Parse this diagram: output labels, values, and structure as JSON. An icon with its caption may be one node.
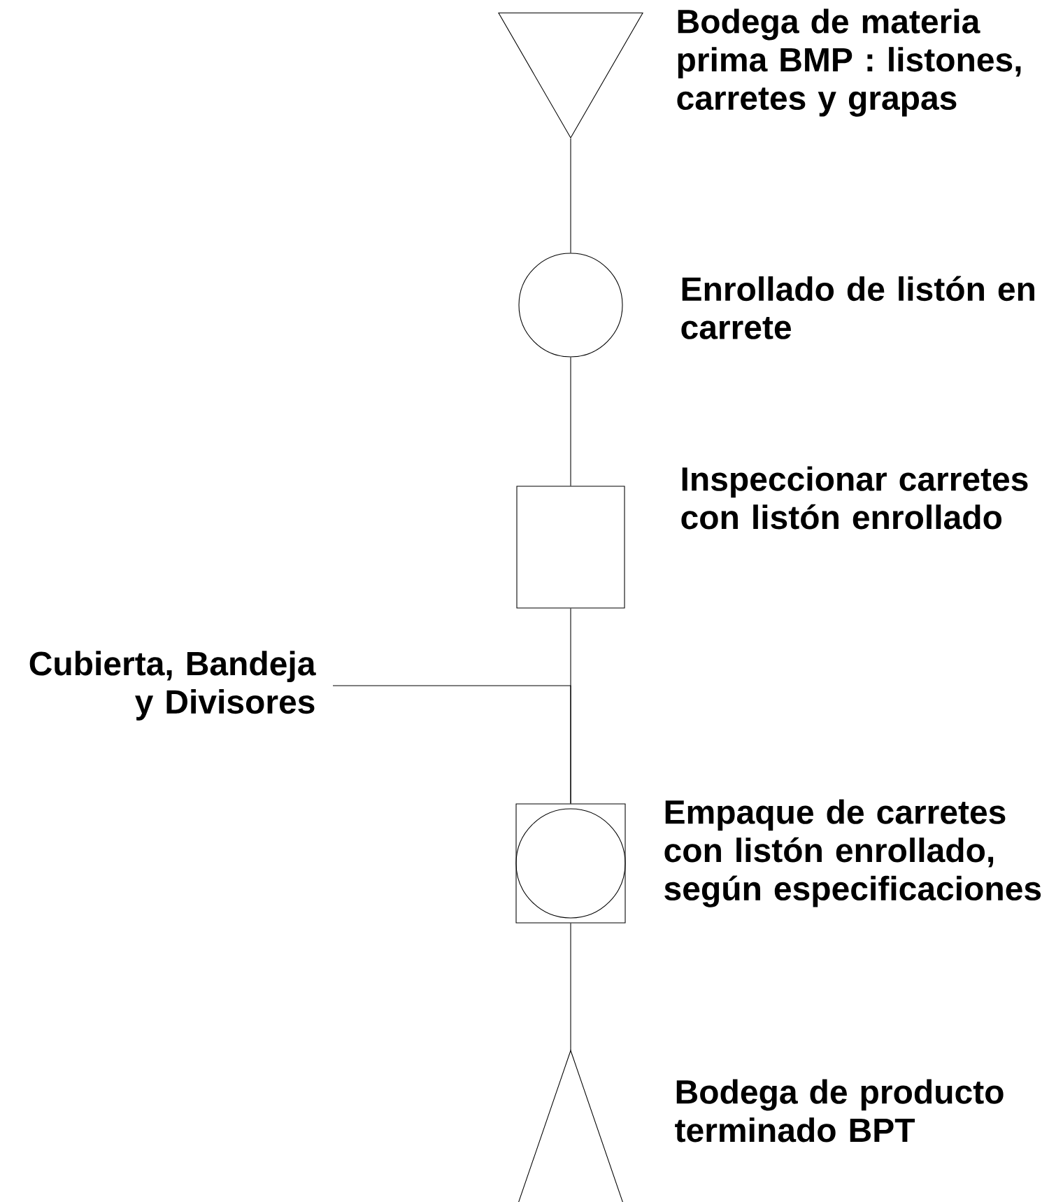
{
  "diagram": {
    "nodes": [
      {
        "text": [],
        "shape": "triangle",
        "beside": [
          "Bodega de materia prima BMP : listones, carretes y grapas"
        ]
      },
      {
        "text": [],
        "shape": "circle",
        "beside": [
          "Enrollado de listón en carrete"
        ]
      },
      {
        "text": [],
        "shape": "box",
        "beside": [
          "Inspeccionar  carretes con listón enrollado"
        ]
      },
      {
        "text": [],
        "shape": "combined",
        "beside": [
          "Empaque de carretes con listón enrollado, según especificaciones"
        ]
      },
      {
        "text": [],
        "shape": "chevron",
        "beside": [
          "Bodega de producto terminado BPT"
        ]
      },
      {
        "text": [
          "Cubierta, Bandeja y Divisores"
        ]
      }
    ],
    "edges": [
      {
        "from": 0,
        "to": 1,
        "arrow": "none"
      },
      {
        "from": 1,
        "to": 2,
        "arrow": "none"
      },
      {
        "from": 2,
        "to": 3,
        "arrow": "none"
      },
      {
        "from": 5,
        "to": 3,
        "arrow": "none"
      },
      {
        "from": 3,
        "to": 4,
        "arrow": "none"
      }
    ]
  }
}
